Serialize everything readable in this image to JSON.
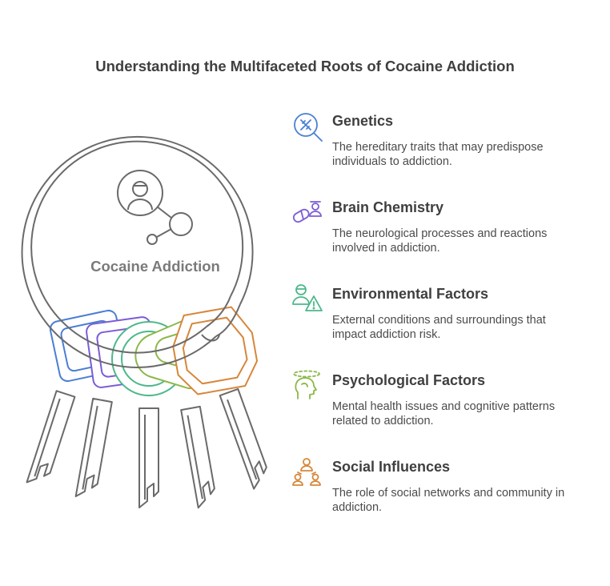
{
  "title": "Understanding the Multifaceted Roots of Cocaine Addiction",
  "center": {
    "label": "Cocaine Addiction",
    "icon": "user-network-icon"
  },
  "colors": {
    "blue": "#4a7fd4",
    "purple": "#7c5cd6",
    "teal": "#4cb88a",
    "green": "#8cb84a",
    "orange": "#d6873a",
    "gray": "#7a7a7a"
  },
  "items": [
    {
      "heading": "Genetics",
      "description": "The hereditary traits that may predispose individuals to addiction.",
      "icon": "dna-icon",
      "color": "#4a7fd4"
    },
    {
      "heading": "Brain Chemistry",
      "description": "The neurological processes and reactions involved in addiction.",
      "icon": "pill-person-icon",
      "color": "#7c5cd6"
    },
    {
      "heading": "Environmental Factors",
      "description": "External conditions and surroundings that impact addiction risk.",
      "icon": "person-warning-icon",
      "color": "#4cb88a"
    },
    {
      "heading": "Psychological Factors",
      "description": "Mental health issues and cognitive patterns related to addiction.",
      "icon": "head-thought-icon",
      "color": "#8cb84a"
    },
    {
      "heading": "Social Influences",
      "description": "The role of social networks and community in addiction.",
      "icon": "community-icon",
      "color": "#d6873a"
    }
  ]
}
